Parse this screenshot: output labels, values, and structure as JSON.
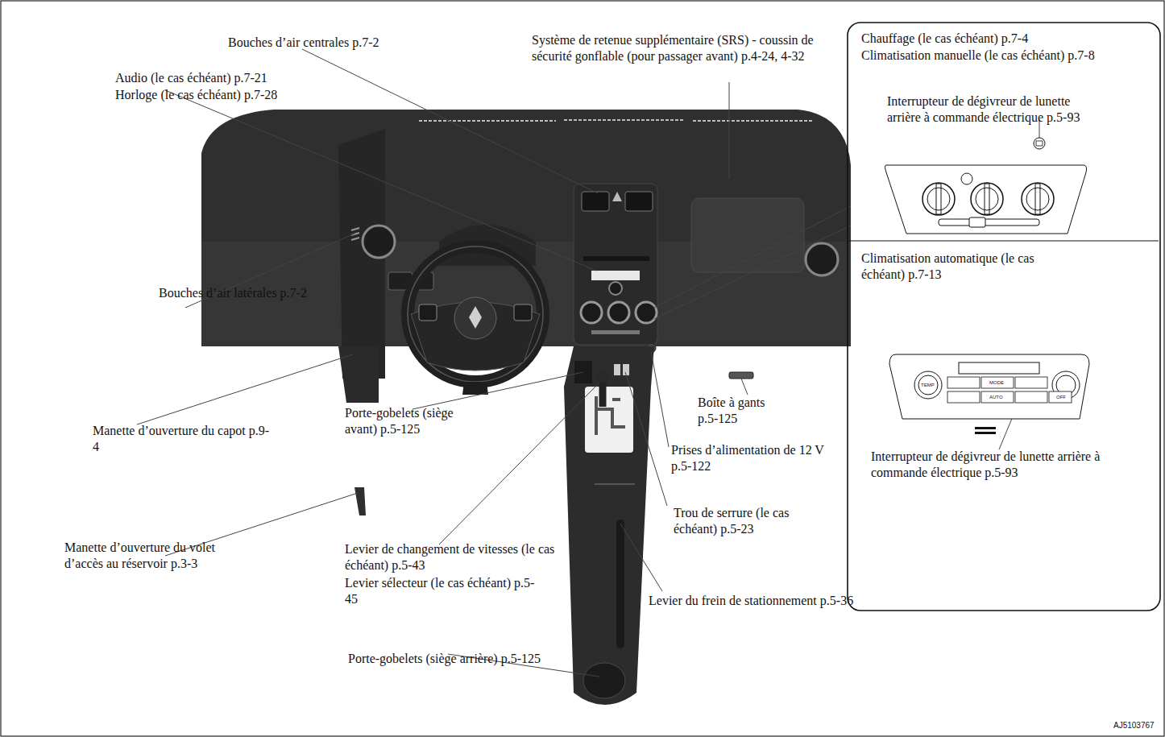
{
  "diagram": {
    "nodes": [
      {
        "text": [
          "Chauffage (le cas échéant) p.7-4",
          "Climatisation manuelle (le cas échéant) p.7-8",
          "Interrupteur de dégivreur de lunette arrière à commande électrique p.5-93"
        ]
      },
      {
        "text": [
          "Climatisation automatique (le cas échéant) p.7-13",
          "Interrupteur de dégivreur de lunette arrière à commande électrique p.5-93"
        ]
      }
    ],
    "labels": [
      "Bouches d’air centrales p.7-2",
      "Système de retenue supplémentaire (SRS) - coussin de sécurité gonflable (pour passager avant) p.4-24, 4-32",
      "Audio (le cas échéant) p.7-21",
      "Horloge (le cas échéant) p.7-28",
      "Bouches d’air latérales p.7-2",
      "Manette d’ouverture du capot p.9-4",
      "Porte-gobelets (siège avant) p.5-125",
      "Manette d’ouverture du volet d’accès au réservoir p.3-3",
      "Levier de changement de vitesses (le cas échéant) p.5-43",
      "Levier sélecteur (le cas échéant) p.5-45",
      "Porte-gobelets (siège arrière) p.5-125",
      "Levier du frein de stationnement p.5-36",
      "Trou de serrure (le cas échéant) p.5-23",
      "Prises d’alimentation de 12 V p.5-122",
      "Boîte à gants p.5-125",
      "TEMP",
      "MODE",
      "AUTO",
      "OFF",
      "AJ5103767"
    ]
  }
}
